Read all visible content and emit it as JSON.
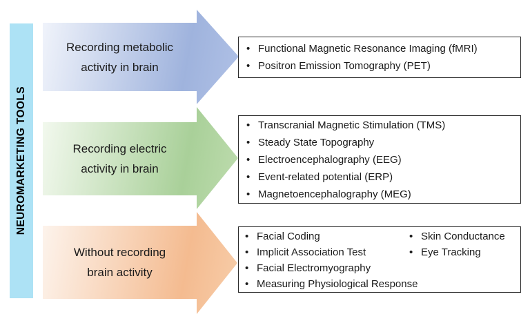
{
  "colors": {
    "text": "#1a1a1a",
    "sidebar_bg": "#ade2f5",
    "box_border": "#2b2b2b",
    "arrow_blue_start": "#f1f4fb",
    "arrow_blue_mid": "#9fb3dd",
    "arrow_blue_end": "#b0c1e6",
    "arrow_green_start": "#f3f9ef",
    "arrow_green_mid": "#a9d099",
    "arrow_green_end": "#bedcae",
    "arrow_orange_start": "#fdf4ed",
    "arrow_orange_mid": "#f4bb90",
    "arrow_orange_end": "#f7cda9"
  },
  "sidebar": {
    "label": "NEUROMARKETING TOOLS"
  },
  "arrows": [
    {
      "label": "Recording metabolic\nactivity in brain"
    },
    {
      "label": "Recording electric\nactivity in brain"
    },
    {
      "label": "Without recording\nbrain activity"
    }
  ],
  "boxes": [
    {
      "items": [
        "Functional Magnetic Resonance Imaging (fMRI)",
        "Positron Emission Tomography (PET)"
      ]
    },
    {
      "items": [
        "Transcranial Magnetic Stimulation (TMS)",
        "Steady State Topography",
        "Electroencephalography (EEG)",
        "Event-related potential (ERP)",
        "Magnetoencephalography (MEG)"
      ]
    },
    {
      "columns": [
        {
          "items": [
            "Facial Coding",
            "Implicit Association Test",
            "Facial Electromyography",
            "Measuring Physiological Response"
          ]
        },
        {
          "items": [
            "Skin Conductance",
            "Eye Tracking"
          ]
        }
      ]
    }
  ]
}
